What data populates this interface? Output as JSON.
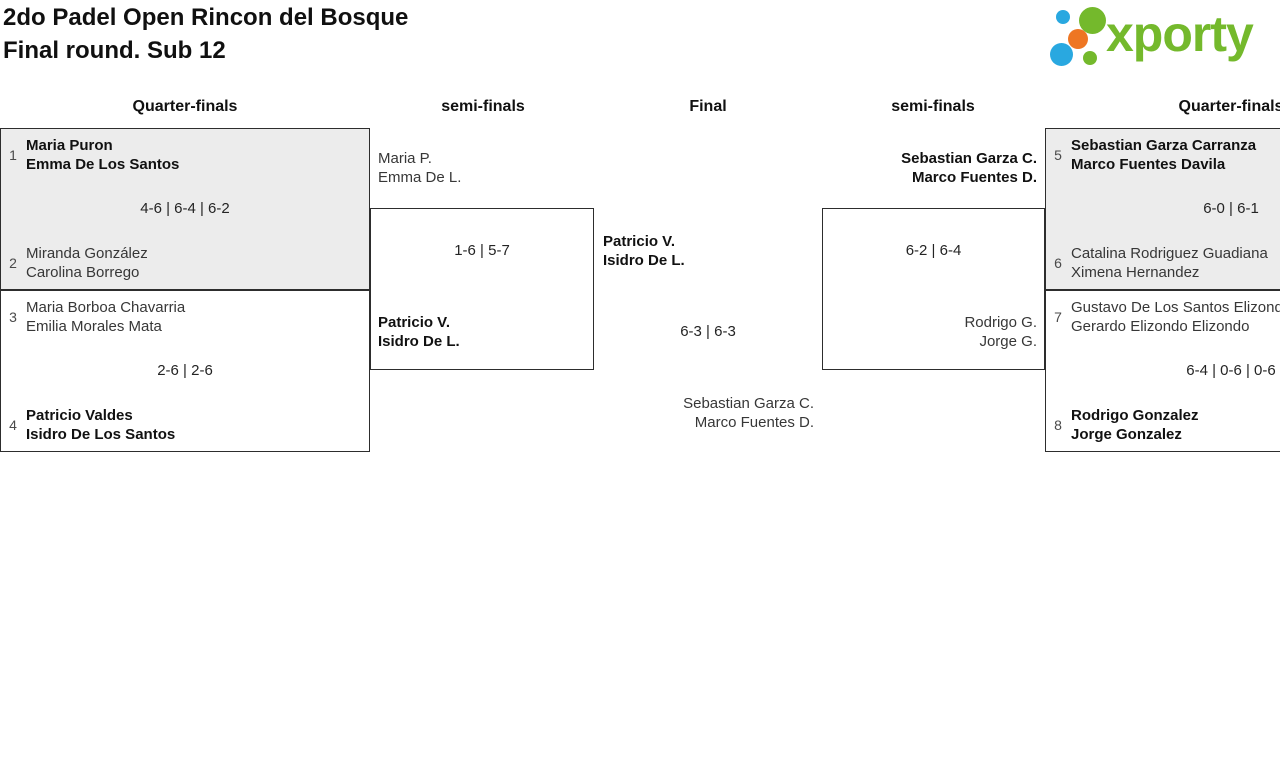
{
  "page": {
    "title_line1": "2do Padel Open Rincon del Bosque",
    "title_line2": "Final round. Sub 12"
  },
  "logo": {
    "text": "xporty",
    "colors": {
      "green": "#74b92c",
      "blue": "#29a8e0",
      "orange": "#ee7623"
    }
  },
  "round_headers": {
    "qf_left": "Quarter-finals",
    "sf_left": "semi-finals",
    "final": "Final",
    "sf_right": "semi-finals",
    "qf_right": "Quarter-finals"
  },
  "bracket": {
    "qf_left_top": {
      "seed_top": "1",
      "team_top": [
        "Maria Puron",
        "Emma De Los Santos"
      ],
      "score": "4-6 | 6-4 | 6-2",
      "seed_bottom": "2",
      "team_bottom": [
        "Miranda González",
        "Carolina Borrego"
      ],
      "winner": "top"
    },
    "qf_left_bottom": {
      "seed_top": "3",
      "team_top": [
        "Maria Borboa Chavarria",
        "Emilia Morales Mata"
      ],
      "score": "2-6 | 2-6",
      "seed_bottom": "4",
      "team_bottom": [
        "Patricio Valdes",
        "Isidro De Los Santos"
      ],
      "winner": "bottom"
    },
    "sf_left": {
      "team_top": [
        "Maria P.",
        "Emma De L."
      ],
      "score": "1-6 | 5-7",
      "team_bottom": [
        "Patricio V.",
        "Isidro De L."
      ],
      "winner": "bottom"
    },
    "final": {
      "team_top": [
        "Patricio V.",
        "Isidro De L."
      ],
      "score": "6-3 | 6-3",
      "team_bottom": [
        "Sebastian Garza C.",
        "Marco Fuentes D."
      ],
      "winner": "top"
    },
    "sf_right": {
      "team_top": [
        "Sebastian Garza C.",
        "Marco Fuentes D."
      ],
      "score": "6-2 | 6-4",
      "team_bottom": [
        "Rodrigo G.",
        "Jorge G."
      ],
      "winner": "top"
    },
    "qf_right_top": {
      "seed_top": "5",
      "team_top": [
        "Sebastian Garza Carranza",
        "Marco Fuentes Davila"
      ],
      "score": "6-0 | 6-1",
      "seed_bottom": "6",
      "team_bottom": [
        "Catalina Rodriguez Guadiana",
        "Ximena Hernandez"
      ],
      "winner": "top"
    },
    "qf_right_bottom": {
      "seed_top": "7",
      "team_top": [
        "Gustavo De Los Santos Elizondo",
        "Gerardo Elizondo Elizondo"
      ],
      "score": "6-4 | 0-6 | 0-6",
      "seed_bottom": "8",
      "team_bottom": [
        "Rodrigo Gonzalez",
        "Jorge Gonzalez"
      ],
      "winner": "bottom"
    }
  }
}
